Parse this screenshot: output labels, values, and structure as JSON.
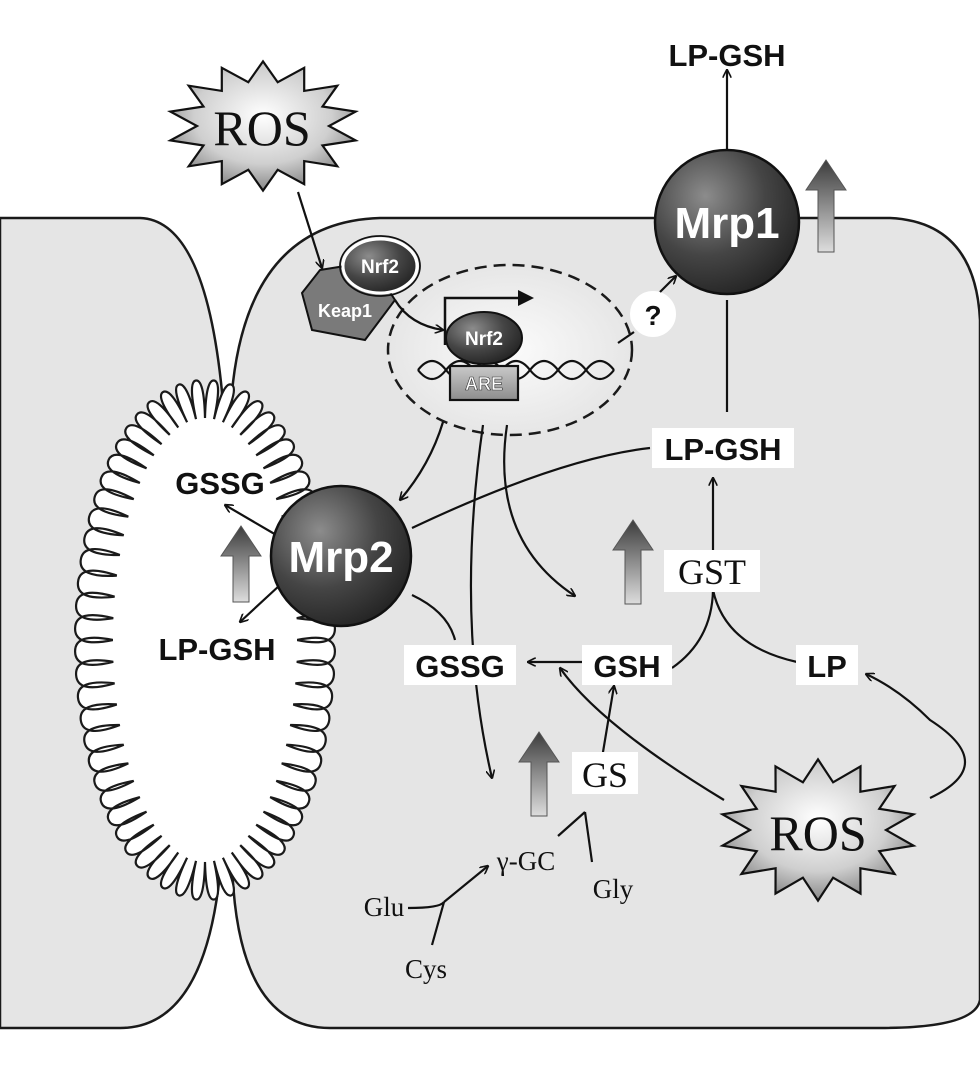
{
  "labels": {
    "ros_top": "ROS",
    "ros_bottom": "ROS",
    "nrf2_cytoplasm": "Nrf2",
    "keap1": "Keap1",
    "nrf2_nucleus": "Nrf2",
    "are": "ARE",
    "question": "?",
    "mrp1": "Mrp1",
    "mrp2": "Mrp2",
    "lp_gsh_top": "LP-GSH",
    "lp_gsh_cell": "LP-GSH",
    "lp_gsh_lumen": "LP-GSH",
    "gssg_lumen": "GSSG",
    "gssg_cell": "GSSG",
    "gsh": "GSH",
    "lp": "LP",
    "gst": "GST",
    "gs": "GS",
    "gamma_gc": "γ-GC",
    "glu": "Glu",
    "cys": "Cys",
    "gly": "Gly"
  },
  "colors": {
    "cell_fill": "#e5e5e5",
    "transporter_dark": "#3a3a3a",
    "transporter_light": "#8a8a8a",
    "nucleus_fill": "#f0f0f0",
    "up_arrow_top": "#444444",
    "up_arrow_bottom": "#d8d8d8"
  },
  "icons": {
    "ros": "starburst-shape",
    "upregulation": "gradient-up-arrow",
    "dna": "dna-helix-icon"
  }
}
